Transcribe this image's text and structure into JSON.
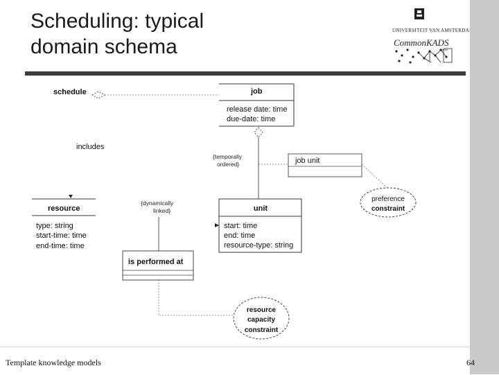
{
  "slide": {
    "title_line1": "Scheduling: typical",
    "title_line2": "domain schema",
    "footer_text": "Template knowledge models",
    "page_number": "64"
  },
  "logos": {
    "university": "UNIVERSITEIT VAN AMSTERDAM",
    "brand": "CommonKADS"
  },
  "diagram": {
    "schedule_label": "schedule",
    "includes_label": "includes",
    "job": {
      "name": "job",
      "attr1": "release date: time",
      "attr2": "due-date: time"
    },
    "job_unit": {
      "name": "job unit"
    },
    "temporally_ordered": [
      "{temporally",
      "ordered}"
    ],
    "preference_constraint": [
      "preference",
      "constraint"
    ],
    "resource": {
      "name": "resource",
      "attr1": "type: string",
      "attr2": "start-time: time",
      "attr3": "end-time: time"
    },
    "dynamically_linked": [
      "{dynamically",
      "linked}"
    ],
    "unit": {
      "name": "unit",
      "attr1": "start: time",
      "attr2": "end: time",
      "attr3": "resource-type: string"
    },
    "is_performed_at": {
      "name": "is performed at"
    },
    "resource_capacity_constraint": [
      "resource",
      "capacity",
      "constraint"
    ]
  }
}
